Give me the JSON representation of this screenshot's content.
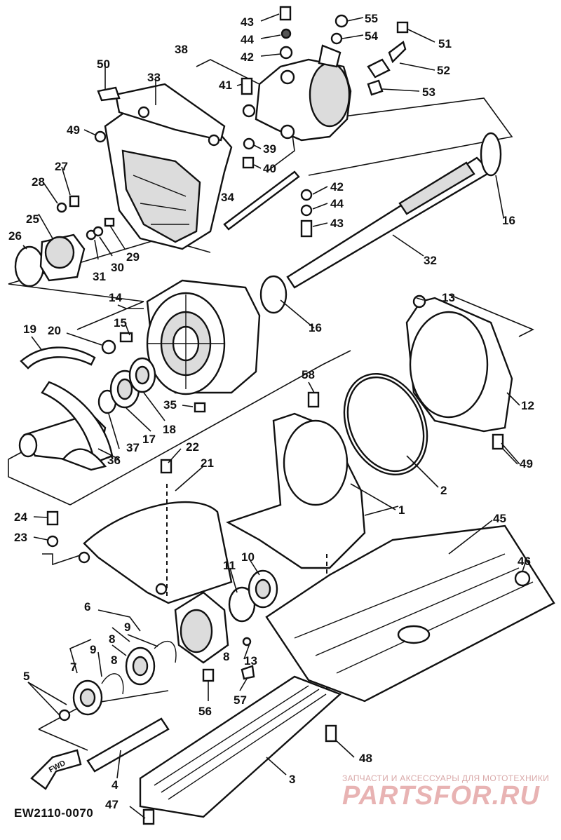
{
  "diagram": {
    "code": "EW2110-0070",
    "labels": {
      "l1": "1",
      "l2": "2",
      "l3": "3",
      "l4": "4",
      "l5": "5",
      "l6": "6",
      "l7": "7",
      "l8": "8",
      "l9": "9",
      "l10": "10",
      "l11": "11",
      "l12": "12",
      "l13": "13",
      "l14": "14",
      "l15": "15",
      "l16": "16",
      "l17": "17",
      "l18": "18",
      "l19": "19",
      "l20": "20",
      "l21": "21",
      "l22": "22",
      "l23": "23",
      "l24": "24",
      "l25": "25",
      "l26": "26",
      "l27": "27",
      "l28": "28",
      "l29": "29",
      "l30": "30",
      "l31": "31",
      "l32": "32",
      "l33": "33",
      "l34": "34",
      "l35": "35",
      "l36": "36",
      "l37": "37",
      "l38": "38",
      "l39": "39",
      "l40": "40",
      "l41": "41",
      "l42": "42",
      "l43": "43",
      "l44": "44",
      "l45": "45",
      "l46": "46",
      "l47": "47",
      "l48": "48",
      "l49": "49",
      "l50": "50",
      "l51": "51",
      "l52": "52",
      "l53": "53",
      "l54": "54",
      "l55": "55",
      "l56": "56",
      "l57": "57",
      "l58": "58"
    },
    "fwd_mark": "FWD"
  },
  "watermark": {
    "line": "ЗАПЧАСТИ И АКСЕССУАРЫ ДЛЯ МОТОТЕХНИКИ",
    "logo": "PARTSFOR.RU"
  }
}
